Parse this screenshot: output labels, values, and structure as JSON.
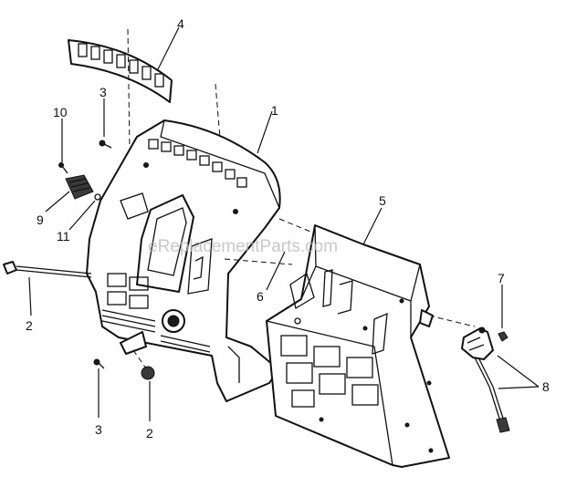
{
  "watermark": "eReplacementParts.com",
  "callouts": {
    "c1": "1",
    "c2a": "2",
    "c2b": "2",
    "c3a": "3",
    "c3b": "3",
    "c4": "4",
    "c5": "5",
    "c6": "6",
    "c7": "7",
    "c8": "8",
    "c9": "9",
    "c10": "10",
    "c11": "11"
  }
}
